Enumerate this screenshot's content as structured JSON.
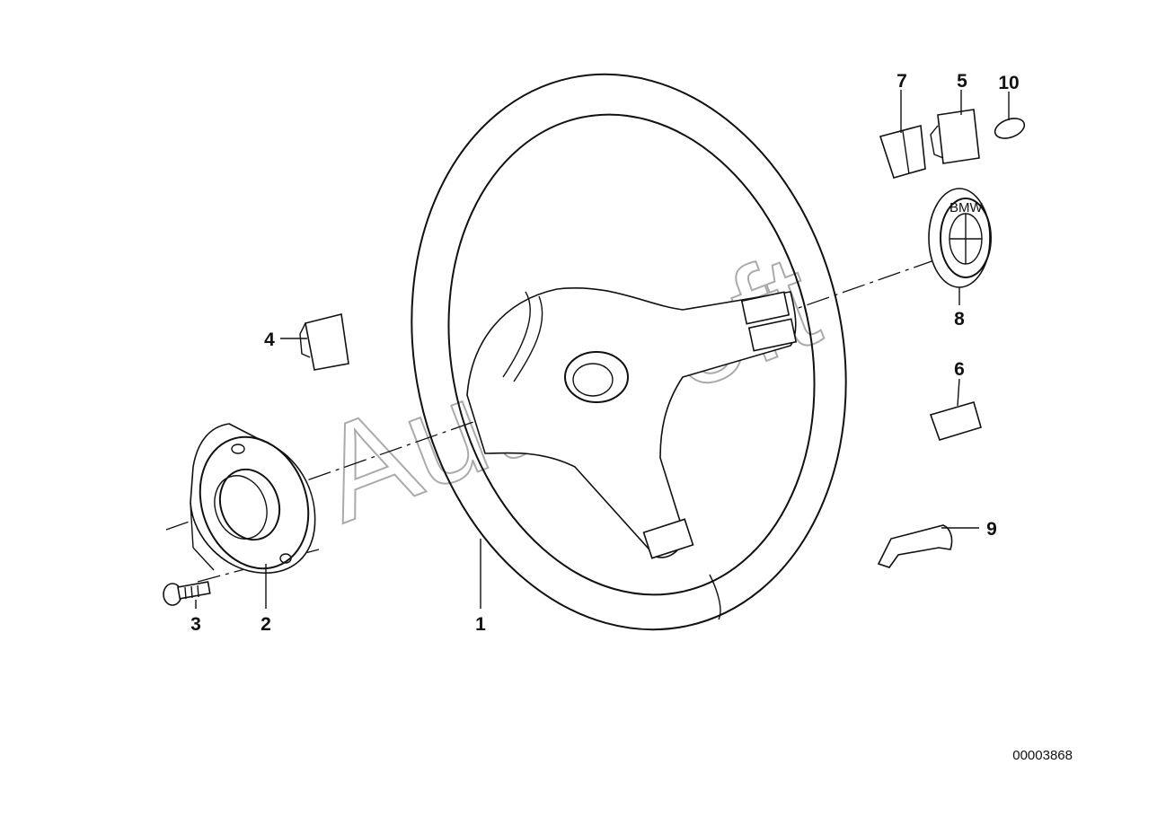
{
  "callouts": {
    "c1": "1",
    "c2": "2",
    "c3": "3",
    "c4": "4",
    "c5": "5",
    "c6": "6",
    "c7": "7",
    "c8": "8",
    "c9": "9",
    "c10": "10"
  },
  "doc_number": "00003868",
  "watermark": "AutoSoft",
  "emblem_text": "BMW",
  "colors": {
    "ink": "#111111",
    "watermark": "#aaaaaa",
    "background": "#ffffff"
  }
}
